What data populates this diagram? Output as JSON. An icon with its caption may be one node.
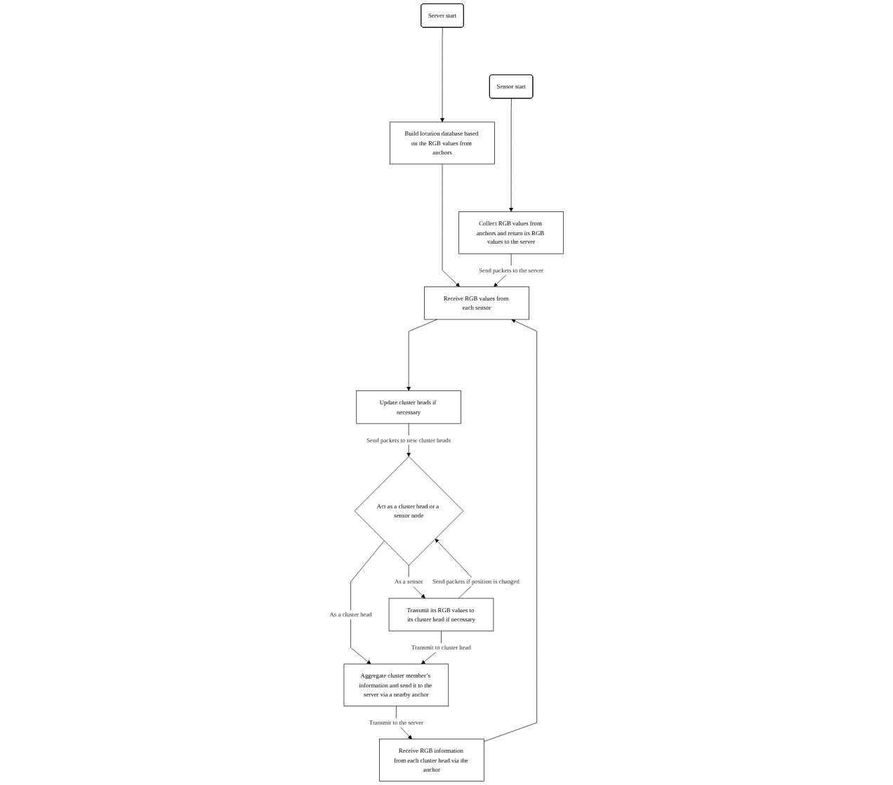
{
  "diagram": {
    "nodes": [
      {
        "text": [
          "Sensor start"
        ]
      },
      {
        "text": [
          "Server start"
        ]
      },
      {
        "text": [
          "Collect RGB values from anchors and return its RGB values to the server"
        ]
      },
      {
        "text": [
          "Build location database based on the RGB values from anchors"
        ]
      },
      {
        "text": [
          "Receive RGB values from each sensor"
        ]
      },
      {
        "text": [
          "Act as a cluster head or a sensor node"
        ]
      },
      {
        "text": [
          "Update cluster heads if necessary"
        ]
      },
      {
        "text": [
          "Transmit its RGB values to its cluster head if necessary"
        ]
      },
      {
        "text": [
          "Aggregate cluster member’s information and send it to the server via a nearby anchor"
        ]
      },
      {
        "text": [
          "Receive RGB information from each cluster head via the anchor"
        ]
      }
    ],
    "edges": [
      {
        "from": 0,
        "to": 2,
        "arrow": "to"
      },
      {
        "from": 1,
        "to": 3,
        "arrow": "to"
      },
      {
        "from": 3,
        "to": 4,
        "arrow": "to"
      },
      {
        "from": 2,
        "to": 4,
        "arrow": "to",
        "label": "Send packets to the server"
      },
      {
        "from": 4,
        "to": 6,
        "arrow": "to"
      },
      {
        "from": 7,
        "to": 5,
        "arrow": "to",
        "label": "Send packets if position is changed"
      },
      {
        "from": 6,
        "to": 5,
        "arrow": "to",
        "label": "Send packets to new cluster heads"
      },
      {
        "from": 5,
        "to": 7,
        "arrow": "to",
        "label": "As a sensor"
      },
      {
        "from": 5,
        "to": 8,
        "arrow": "to",
        "label": "As a cluster head"
      },
      {
        "from": 7,
        "to": 8,
        "arrow": "to",
        "label": "Transmit to cluster head"
      },
      {
        "from": 8,
        "to": 9,
        "arrow": "to",
        "label": "Transmit to the server"
      },
      {
        "from": 9,
        "to": 4,
        "arrow": "to"
      }
    ]
  }
}
